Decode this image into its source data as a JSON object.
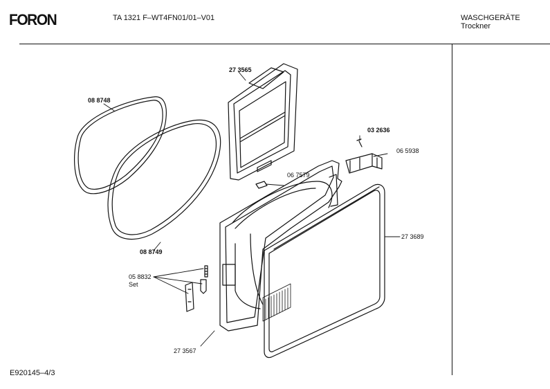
{
  "header": {
    "logo_text": "FORON",
    "model": "TA 1321 F–WT4FN01/01–V01",
    "category_line1": "WASCHGERÄTE",
    "category_line2": "Trockner"
  },
  "footer": {
    "drawing_id": "E920145–4/3"
  },
  "parts": {
    "filter_frame": "27 3565",
    "gasket_outer": "08 8748",
    "gasket_inner": "08 8749",
    "screw": "03 2636",
    "hinge": "06 5938",
    "pin": "06 7579",
    "door_panel": "27 3689",
    "latch_set": "05 8832",
    "latch_set_note": "Set",
    "door_frame": "27 3567"
  }
}
